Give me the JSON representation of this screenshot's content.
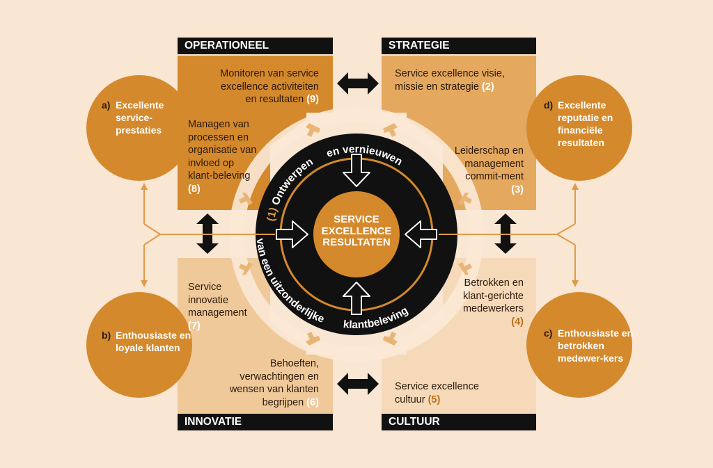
{
  "headers": {
    "operationeel": "OPERATIONEEL",
    "strategie": "STRATEGIE",
    "innovatie": "INNOVATIE",
    "cultuur": "CULTUUR"
  },
  "boxes": {
    "monitoren": {
      "text": "Monitoren van service excellence activiteiten en resultaten",
      "num": "(9)"
    },
    "managen": {
      "text": "Managen van processen en organisatie van invloed op klant-beleving",
      "num": "(8)"
    },
    "visie": {
      "text": "Service excellence visie, missie en strategie",
      "num": "(2)"
    },
    "leiderschap": {
      "text": "Leiderschap en management commit-ment",
      "num": "(3)"
    },
    "innovatie": {
      "text": "Service innovatie management",
      "num": "(7)"
    },
    "behoeften": {
      "text": "Behoeften, verwachtingen en wensen van klanten begrijpen",
      "num": "(6)"
    },
    "betrokken": {
      "text": "Betrokken en klant-gerichte medewerkers",
      "num": "(4)"
    },
    "cultuur": {
      "text": "Service excellence cultuur",
      "num": "(5)"
    }
  },
  "outcomes": {
    "a": {
      "label": "a)",
      "text": "Excellente service-prestaties"
    },
    "b": {
      "label": "b)",
      "text": "Enthousiaste en loyale klanten"
    },
    "c": {
      "label": "c)",
      "text": "Enthousiaste en betrokken medewer-kers"
    },
    "d": {
      "label": "d)",
      "text": "Excellente reputatie en financiële resultaten"
    }
  },
  "ring": {
    "num": "(1)",
    "arc1": "Ontwerpen",
    "arc2": "en vernieuwen",
    "arc3": "van een uitzonderlijke",
    "arc4": "klantbeleving"
  },
  "center": {
    "line1": "SERVICE",
    "line2": "EXCELLENCE",
    "line3": "RESULTATEN"
  },
  "colors": {
    "background": "#f9e6d3",
    "orange_dark": "#d4892c",
    "orange_medium": "#e5a85f",
    "orange_light": "#f0c99a",
    "black": "#111111",
    "number_highlight": "#b8701d"
  }
}
